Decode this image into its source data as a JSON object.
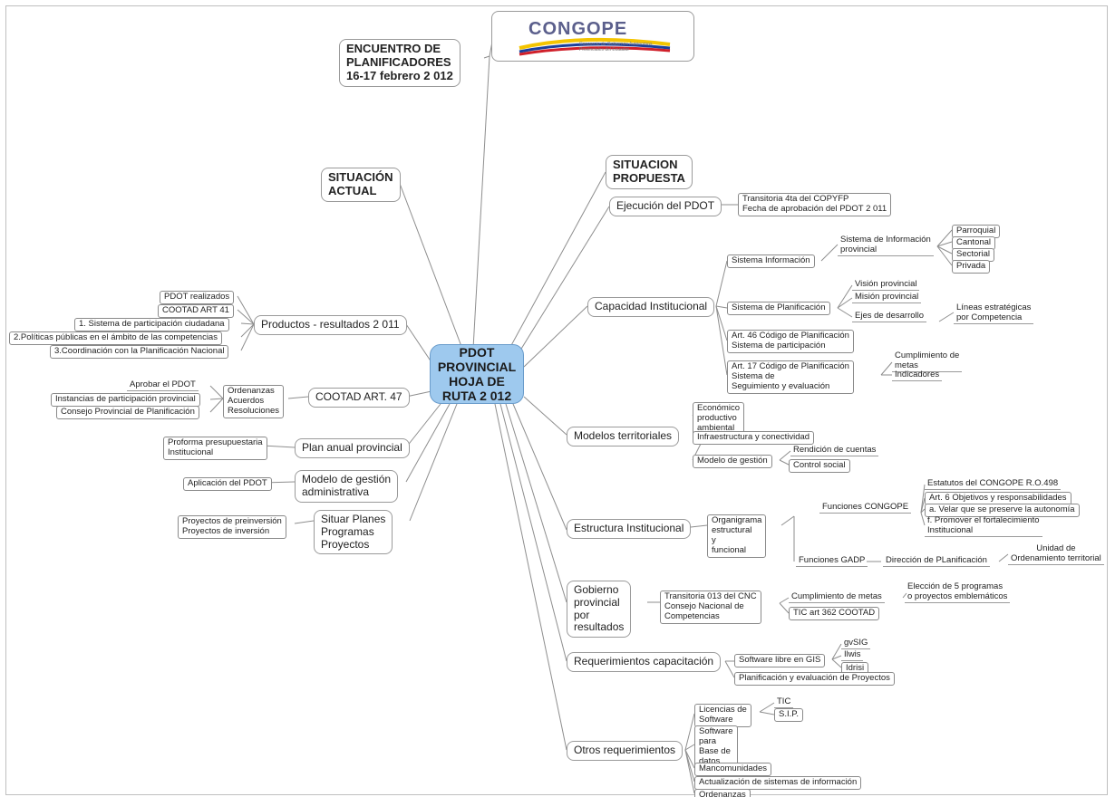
{
  "logo": {
    "text": "CONGOPE",
    "subtitle": "Consorcio de Gobiernos Autónomos Provinciales del Ecuador",
    "colors": [
      "#f4c400",
      "#1a3f9c",
      "#d0202a"
    ]
  },
  "header": {
    "title": "ENCUENTRO DE\nPLANIFICADORES\n16-17 febrero 2 012"
  },
  "root": {
    "label": "PDOT\nPROVINCIAL\nHOJA DE\nRUTA 2 012",
    "color": "#9ec9ee"
  },
  "left": {
    "situacion_actual": "SITUACIÓN\nACTUAL",
    "productos": {
      "label": "Productos - resultados 2 011",
      "items": [
        "PDOT realizados",
        "COOTAD ART 41",
        "1. Sistema de participación ciudadana",
        "2.Políticas públicas  en el ámbito de las competencias",
        "3.Coordinación con la Planificación Nacional"
      ]
    },
    "cootad47": {
      "label": "COOTAD ART. 47",
      "mid": "Ordenanzas\nAcuerdos\nResoluciones",
      "items": [
        "Aprobar el PDOT",
        "Instancias de participación provincial",
        "Consejo Provincial de Planificación"
      ]
    },
    "plan_anual": {
      "label": "Plan anual provincial",
      "items": [
        "Proforma presupuestaria\nInstitucional"
      ]
    },
    "modelo_gestion": {
      "label": "Modelo de gestión\nadministrativa",
      "items": [
        "Aplicación del PDOT"
      ]
    },
    "situar": {
      "label": "Situar Planes\nProgramas\nProyectos",
      "items": [
        "Proyectos de preinversión\nProyectos de inversión"
      ]
    }
  },
  "right": {
    "situacion_propuesta": "SITUACION\nPROPUESTA",
    "ejecucion": {
      "label": "Ejecución del PDOT",
      "detail": "Transitoria 4ta del COPYFP\nFecha de aprobación del PDOT 2 011"
    },
    "capacidad": {
      "label": "Capacidad Institucional",
      "sistema_info": "Sistema Información",
      "sistema_info_sub": "Sistema de Información\nprovincial",
      "info_items": [
        "Parroquial",
        "Cantonal",
        "Sectorial",
        "Privada"
      ],
      "sistema_plan": "Sistema de Planificación",
      "plan_items": [
        "Visión provincial",
        "Misión provincial",
        "Ejes de desarrollo"
      ],
      "lineas": "Líneas estratégicas\npor Competencia",
      "art46": "Art. 46 Código de Planificación\nSistema de participación",
      "art17": "Art. 17 Código de  Planificación\n Sistema de\n Seguimiento y evaluación",
      "cumplimiento": "Cumplimiento de\nmetas",
      "indicadores": "Indicadores"
    },
    "modelos": {
      "label": "Modelos territoriales",
      "economico": "Económico\nproductivo\nambiental",
      "infra": "Infraestructura y conectividad",
      "gestion": "Modelo de gestión",
      "gestion_items": [
        "Rendición de cuentas",
        "Control social"
      ]
    },
    "estructura": {
      "label": "Estructura Institucional",
      "organigrama": "Organigrama\nestructural\ny\nfuncional",
      "funciones_congope": "Funciones CONGOPE",
      "congope_items": [
        "Estatutos del CONGOPE R.O.498",
        "Art. 6 Objetivos y responsabilidades",
        "a. Velar que se preserve la autonomía",
        "f. Promover el fortalecimiento\nInstitucional"
      ],
      "funciones_gadp": "Funciones GADP",
      "direccion": "Dirección de PLanificación",
      "unidad": "Unidad de\nOrdenamiento territorial"
    },
    "gobierno": {
      "label": "Gobierno\nprovincial\npor\nresultados",
      "transitoria": "Transitoria 013 del CNC\nConsejo Nacional de\nCompetencias",
      "cumplimiento": "Cumplimiento de metas",
      "eleccion": "Elección de 5 programas\no proyectos emblemáticos",
      "tic": "TIC art 362 COOTAD"
    },
    "capacitacion": {
      "label": "Requerimientos capacitación",
      "software": "Software libre en GIS",
      "gis_items": [
        "gvSIG",
        "Ilwis",
        "Idrisi"
      ],
      "planificacion": "Planificación y evaluación de Proyectos"
    },
    "otros": {
      "label": "Otros requerimientos",
      "licencias": "Licencias de\nSoftware",
      "lic_items": [
        "TIC",
        "S.I.P."
      ],
      "software_bd": "Software\npara\nBase de\ndatos",
      "mancomunidades": "Mancomunidades",
      "actualizacion": "Actualización de sistemas de información",
      "ordenanzas": "Ordenanzas"
    }
  }
}
